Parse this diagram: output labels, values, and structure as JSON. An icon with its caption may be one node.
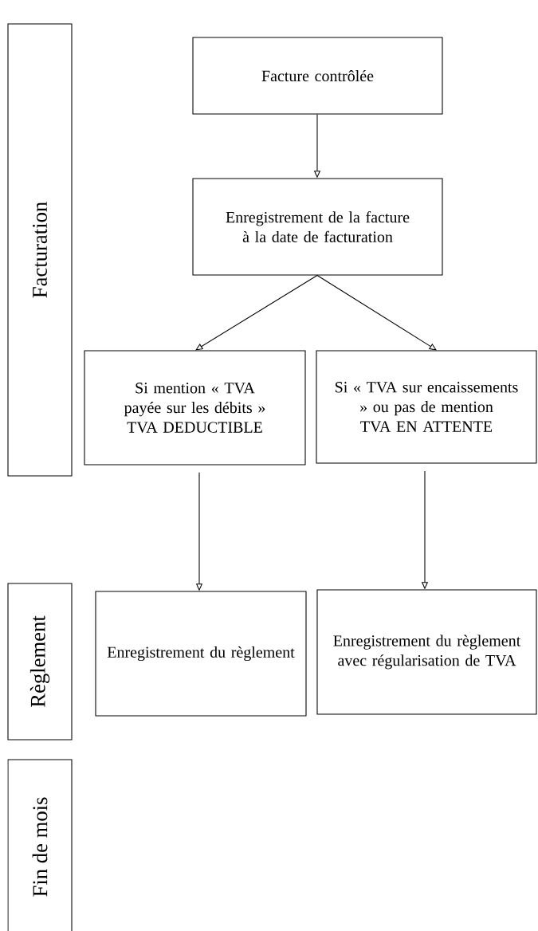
{
  "diagram": {
    "nodes": [
      {
        "text": [
          "Facturation"
        ]
      },
      {
        "text": [
          "Règlement"
        ]
      },
      {
        "text": [
          "Fin de mois"
        ]
      },
      {
        "text": [
          "Facture contrôlée"
        ]
      },
      {
        "text": [
          "Enregistrement de la facture à la date de facturation"
        ]
      },
      {
        "text": [
          "Si mention « TVA payée sur les débits » TVA DEDUCTIBLE"
        ]
      },
      {
        "text": [
          "Si « TVA sur encaissements » ou pas de mention TVA EN ATTENTE"
        ]
      },
      {
        "text": [
          "Enregistrement du règlement"
        ]
      },
      {
        "text": [
          "Enregistrement du règlement avec régularisation de TVA"
        ]
      }
    ],
    "edges": [
      {
        "from": 3,
        "to": 4,
        "arrow": "to"
      },
      {
        "from": 4,
        "to": 5,
        "arrow": "to"
      },
      {
        "from": 4,
        "to": 6,
        "arrow": "to"
      },
      {
        "from": 5,
        "to": 7,
        "arrow": "to"
      },
      {
        "from": 6,
        "to": 8,
        "arrow": "to"
      }
    ]
  }
}
